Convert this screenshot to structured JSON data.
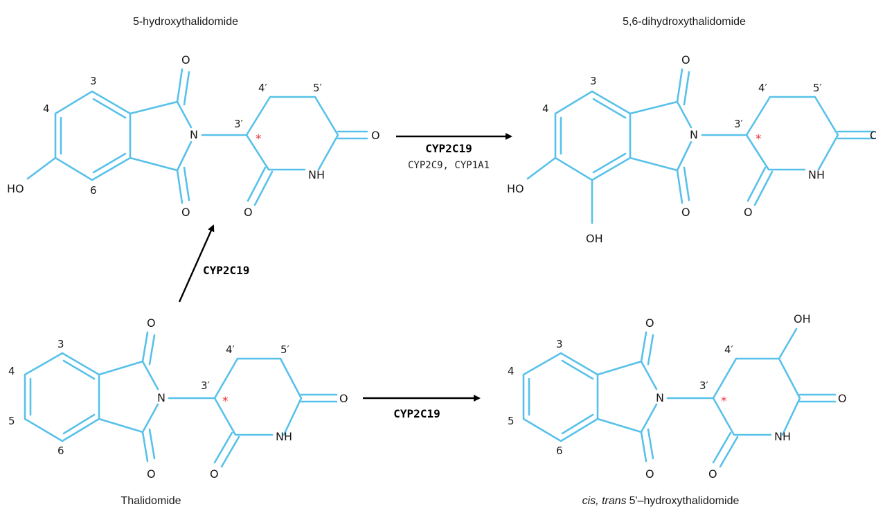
{
  "compounds": {
    "hydroxy5": {
      "name": "5-hydroxythalidomide"
    },
    "dihydroxy56": {
      "name": "5,6-dihydroxythalidomide"
    },
    "thalidomide": {
      "name": "Thalidomide"
    },
    "cistrans": {
      "name_italic": "cis, trans",
      "name_rest": "5'–hydroxythalidomide"
    }
  },
  "atoms": {
    "O": "O",
    "N": "N",
    "NH": "NH",
    "HO": "HO",
    "OH": "OH",
    "star": "*"
  },
  "positions": {
    "p3": "3",
    "p4": "4",
    "p5": "5",
    "p6": "6",
    "p3p": "3′",
    "p4p": "4′",
    "p5p": "5′"
  },
  "reactions": {
    "thal_to_5oh": {
      "enzyme": "CYP2C19"
    },
    "oh5_to_56": {
      "enzyme": "CYP2C19",
      "minor": "CYP2C9, CYP1A1"
    },
    "thal_to_5prime": {
      "enzyme": "CYP2C19"
    }
  },
  "colors": {
    "bond": "#58c1ea",
    "star": "#e8323c",
    "arrow": "#000000"
  }
}
